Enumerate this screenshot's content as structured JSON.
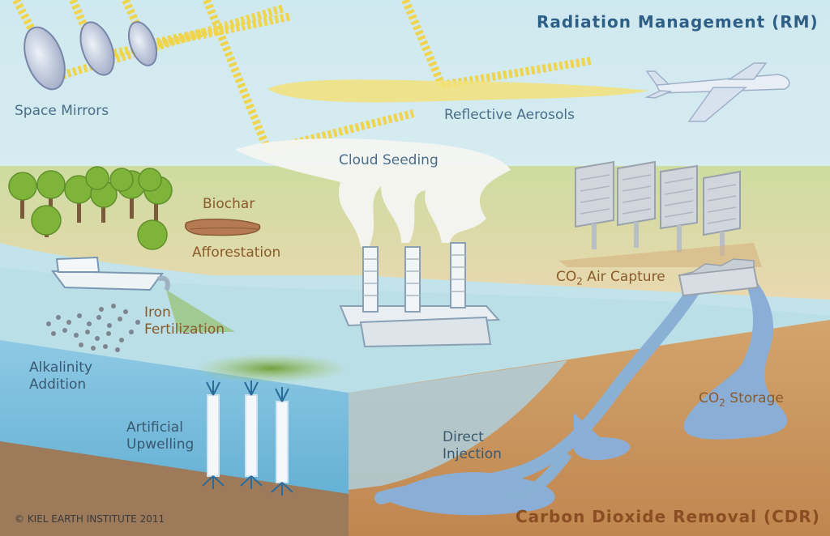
{
  "headings": {
    "rm": "Radiation Management (RM)",
    "cdr": "Carbon Dioxide Removal (CDR)"
  },
  "labels": {
    "space_mirrors": "Space Mirrors",
    "reflective_aerosols": "Reflective Aerosols",
    "cloud_seeding": "Cloud Seeding",
    "biochar": "Biochar",
    "afforestation": "Afforestation",
    "co2_air_capture_pre": "CO",
    "co2_air_capture_sub": "2",
    "co2_air_capture_post": " Air Capture",
    "iron_fertilization_1": "Iron",
    "iron_fertilization_2": "Fertilization",
    "alkalinity_addition_1": "Alkalinity",
    "alkalinity_addition_2": "Addition",
    "artificial_upwelling_1": "Artificial",
    "artificial_upwelling_2": "Upwelling",
    "direct_injection_1": "Direct",
    "direct_injection_2": "Injection",
    "co2_storage_pre": "CO",
    "co2_storage_sub": "2",
    "co2_storage_post": " Storage"
  },
  "copyright": "© KIEL EARTH INSTITUTE 2011",
  "colors": {
    "sky": "#cfe7ee",
    "land": "#e6d3ad",
    "grass": "#cddca4",
    "sea_surface": "#bfe0ea",
    "sea_deep": "#5faed3",
    "ground": "#c9915a",
    "ray": "#f3d23c",
    "heading_rm": "#2e5f86",
    "heading_cdr": "#8a4e22"
  }
}
